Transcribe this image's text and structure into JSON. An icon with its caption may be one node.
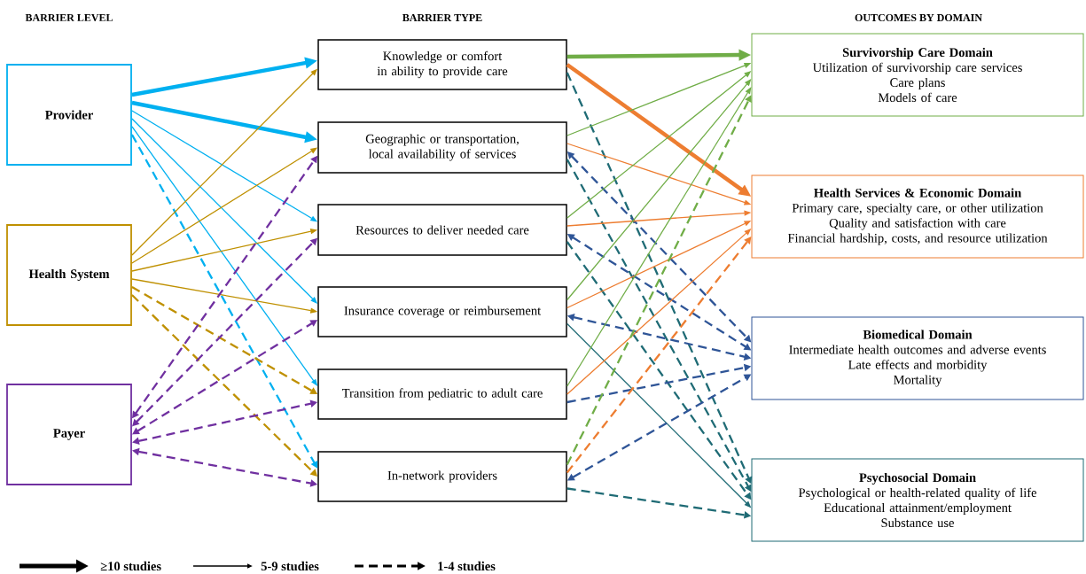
{
  "diagram": {
    "nodes": [
      {
        "text": [
          "Provider"
        ]
      },
      {
        "text": [
          "Health System"
        ]
      },
      {
        "text": [
          "Payer"
        ]
      },
      {
        "text": [
          "Knowledge or comfort in ability to provide care"
        ]
      },
      {
        "text": [
          "Geographic or transportation, local availability of services"
        ]
      },
      {
        "text": [
          "Resources to deliver needed care"
        ]
      },
      {
        "text": [
          "Insurance coverage or reimbursement"
        ]
      },
      {
        "text": [
          "Transition from pediatric to adult care"
        ]
      },
      {
        "text": [
          "In-network providers"
        ]
      },
      {
        "text": [
          "Survivorship Care Domain",
          "Utilization of survivorship care services",
          "Care plans",
          "Models of care"
        ]
      },
      {
        "text": [
          "Health Services & Economic Domain",
          "Primary care, specialty care, or other utilization",
          "Quality and satisfaction with care",
          "Financial hardship, costs, and resource utilization"
        ]
      },
      {
        "text": [
          "Biomedical Domain",
          "Intermediate health outcomes and adverse events",
          "Late effects and morbidity",
          "Mortality"
        ]
      },
      {
        "text": [
          "Psychosocial Domain",
          "Psychological or health-related quality of life",
          "Educational attainment/employment",
          "Substance use"
        ]
      }
    ],
    "edges": [
      {
        "from": 0,
        "to": 3,
        "arrow": "to",
        "style": "thick",
        "color": "#00b0f0"
      },
      {
        "from": 0,
        "to": 4,
        "arrow": "to",
        "style": "thick",
        "color": "#00b0f0"
      },
      {
        "from": 0,
        "to": 5,
        "arrow": "to",
        "color": "#00b0f0"
      },
      {
        "from": 0,
        "to": 6,
        "arrow": "to",
        "color": "#00b0f0"
      },
      {
        "from": 0,
        "to": 7,
        "arrow": "to",
        "color": "#00b0f0"
      },
      {
        "from": 0,
        "to": 8,
        "arrow": "to",
        "style": "dashed",
        "color": "#00b0f0"
      },
      {
        "from": 1,
        "to": 3,
        "arrow": "to",
        "color": "#bf9000"
      },
      {
        "from": 1,
        "to": 4,
        "arrow": "to",
        "color": "#bf9000"
      },
      {
        "from": 1,
        "to": 5,
        "arrow": "to",
        "color": "#bf9000"
      },
      {
        "from": 1,
        "to": 6,
        "arrow": "to",
        "color": "#bf9000"
      },
      {
        "from": 1,
        "to": 7,
        "arrow": "to",
        "style": "dashed",
        "color": "#bf9000"
      },
      {
        "from": 1,
        "to": 8,
        "arrow": "to",
        "style": "dashed",
        "color": "#bf9000"
      },
      {
        "from": 2,
        "to": 4,
        "arrow": "both",
        "style": "dashed",
        "color": "#7030a0"
      },
      {
        "from": 2,
        "to": 5,
        "arrow": "both",
        "style": "dashed",
        "color": "#7030a0"
      },
      {
        "from": 2,
        "to": 6,
        "arrow": "both",
        "style": "dashed",
        "color": "#7030a0"
      },
      {
        "from": 2,
        "to": 7,
        "arrow": "both",
        "style": "dashed",
        "color": "#7030a0"
      },
      {
        "from": 2,
        "to": 8,
        "arrow": "both",
        "style": "dashed",
        "color": "#7030a0"
      },
      {
        "from": 3,
        "to": 9,
        "arrow": "to",
        "style": "thick",
        "color": "#70ad47"
      },
      {
        "from": 3,
        "to": 10,
        "arrow": "to",
        "style": "thick",
        "color": "#ed7d31"
      },
      {
        "from": 3,
        "to": 12,
        "arrow": "to",
        "style": "dashed",
        "color": "#1f6b75"
      },
      {
        "from": 4,
        "to": 9,
        "arrow": "to",
        "color": "#70ad47"
      },
      {
        "from": 4,
        "to": 10,
        "arrow": "to",
        "color": "#ed7d31"
      },
      {
        "from": 4,
        "to": 11,
        "arrow": "both",
        "style": "dashed",
        "color": "#2f5597"
      },
      {
        "from": 4,
        "to": 12,
        "arrow": "to",
        "style": "dashed",
        "color": "#1f6b75"
      },
      {
        "from": 5,
        "to": 9,
        "arrow": "to",
        "color": "#70ad47"
      },
      {
        "from": 5,
        "to": 10,
        "arrow": "to",
        "color": "#ed7d31"
      },
      {
        "from": 5,
        "to": 11,
        "arrow": "both",
        "style": "dashed",
        "color": "#2f5597"
      },
      {
        "from": 5,
        "to": 12,
        "arrow": "to",
        "style": "dashed",
        "color": "#1f6b75"
      },
      {
        "from": 6,
        "to": 9,
        "arrow": "to",
        "color": "#70ad47"
      },
      {
        "from": 6,
        "to": 10,
        "arrow": "to",
        "color": "#ed7d31"
      },
      {
        "from": 6,
        "to": 11,
        "arrow": "both",
        "style": "dashed",
        "color": "#2f5597"
      },
      {
        "from": 6,
        "to": 12,
        "arrow": "to",
        "color": "#1f6b75"
      },
      {
        "from": 7,
        "to": 9,
        "arrow": "to",
        "color": "#70ad47"
      },
      {
        "from": 7,
        "to": 10,
        "arrow": "to",
        "color": "#ed7d31"
      },
      {
        "from": 7,
        "to": 11,
        "arrow": "to",
        "style": "dashed",
        "color": "#2f5597"
      },
      {
        "from": 8,
        "to": 9,
        "arrow": "to",
        "style": "dashed",
        "color": "#70ad47"
      },
      {
        "from": 8,
        "to": 10,
        "arrow": "to",
        "style": "dashed",
        "color": "#ed7d31"
      },
      {
        "from": 8,
        "to": 11,
        "arrow": "both",
        "style": "dashed",
        "color": "#2f5597"
      },
      {
        "from": 8,
        "to": 12,
        "arrow": "to",
        "style": "dashed",
        "color": "#1f6b75"
      }
    ],
    "labels": [
      "BARRIER LEVEL",
      "BARRIER TYPE",
      "OUTCOMES BY DOMAIN"
    ],
    "legend": [
      {
        "text": "≥10 studies"
      },
      {
        "text": "5-9 studies"
      },
      {
        "text": "1-4 studies"
      }
    ]
  }
}
